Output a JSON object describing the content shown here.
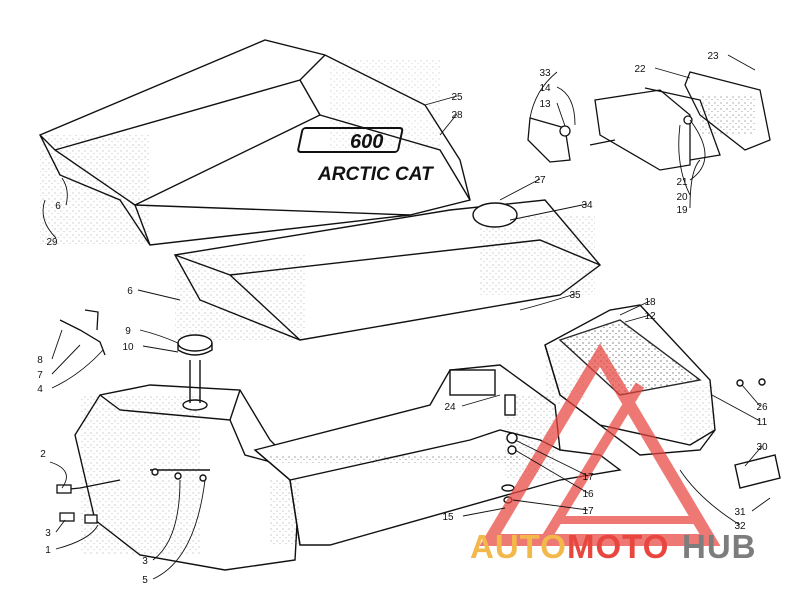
{
  "diagram": {
    "callouts": [
      {
        "id": "c1",
        "label": "1"
      },
      {
        "id": "c2",
        "label": "2"
      },
      {
        "id": "c3a",
        "label": "3"
      },
      {
        "id": "c3b",
        "label": "3"
      },
      {
        "id": "c4",
        "label": "4"
      },
      {
        "id": "c5",
        "label": "5"
      },
      {
        "id": "c6a",
        "label": "6"
      },
      {
        "id": "c6b",
        "label": "6"
      },
      {
        "id": "c7",
        "label": "7"
      },
      {
        "id": "c8",
        "label": "8"
      },
      {
        "id": "c9",
        "label": "9"
      },
      {
        "id": "c10",
        "label": "10"
      },
      {
        "id": "c11",
        "label": "11"
      },
      {
        "id": "c12",
        "label": "12"
      },
      {
        "id": "c13",
        "label": "13"
      },
      {
        "id": "c14",
        "label": "14"
      },
      {
        "id": "c15",
        "label": "15"
      },
      {
        "id": "c16",
        "label": "16"
      },
      {
        "id": "c17a",
        "label": "17"
      },
      {
        "id": "c17b",
        "label": "17"
      },
      {
        "id": "c18",
        "label": "18"
      },
      {
        "id": "c19",
        "label": "19"
      },
      {
        "id": "c20",
        "label": "20"
      },
      {
        "id": "c21",
        "label": "21"
      },
      {
        "id": "c22",
        "label": "22"
      },
      {
        "id": "c23",
        "label": "23"
      },
      {
        "id": "c24",
        "label": "24"
      },
      {
        "id": "c25",
        "label": "25"
      },
      {
        "id": "c26",
        "label": "26"
      },
      {
        "id": "c27",
        "label": "27"
      },
      {
        "id": "c28",
        "label": "28"
      },
      {
        "id": "c29",
        "label": "29"
      },
      {
        "id": "c30",
        "label": "30"
      },
      {
        "id": "c31",
        "label": "31"
      },
      {
        "id": "c32",
        "label": "32"
      },
      {
        "id": "c33",
        "label": "33"
      },
      {
        "id": "c34",
        "label": "34"
      },
      {
        "id": "c35",
        "label": "35"
      }
    ]
  },
  "decal": {
    "model": "600",
    "brand": "ARCTIC CAT"
  },
  "watermark": {
    "part1": "AUTO",
    "part2": "MOTO",
    "part3": "HUB"
  },
  "colors": {
    "line": "#111111",
    "watermark_red": "#e8463f",
    "watermark_gold": "#f2b84b",
    "watermark_grey": "#7d7d7d"
  }
}
